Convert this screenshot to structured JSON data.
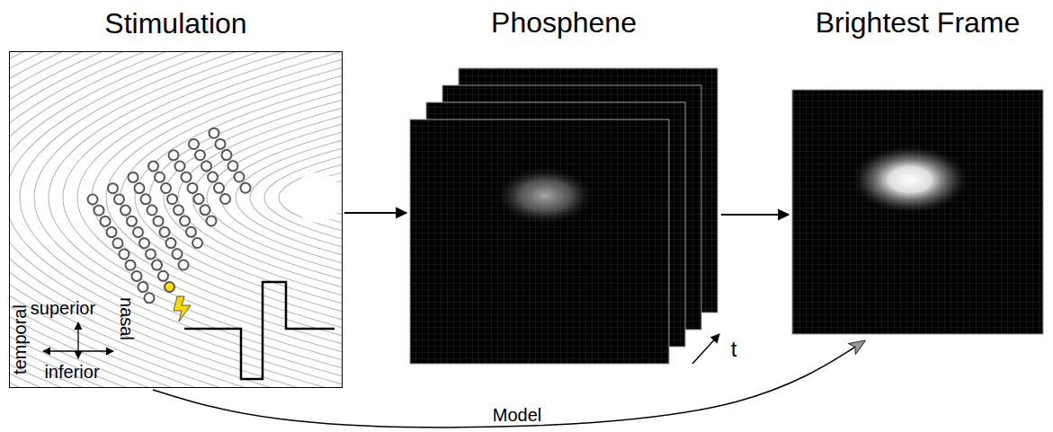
{
  "diagram": {
    "nodes": [
      {
        "text": [
          "Stimulation"
        ]
      },
      {
        "text": [
          "Phosphene"
        ]
      },
      {
        "text": [
          "Brightest Frame"
        ]
      }
    ],
    "edges": [
      {
        "from": 0,
        "to": 1,
        "arrow": "to"
      },
      {
        "from": 1,
        "to": 2,
        "arrow": "to"
      },
      {
        "from": 0,
        "to": 2,
        "arrow": "to",
        "label": "Model"
      }
    ],
    "labels": [
      "superior",
      "nasal",
      "temporal",
      "inferior",
      "t"
    ]
  }
}
